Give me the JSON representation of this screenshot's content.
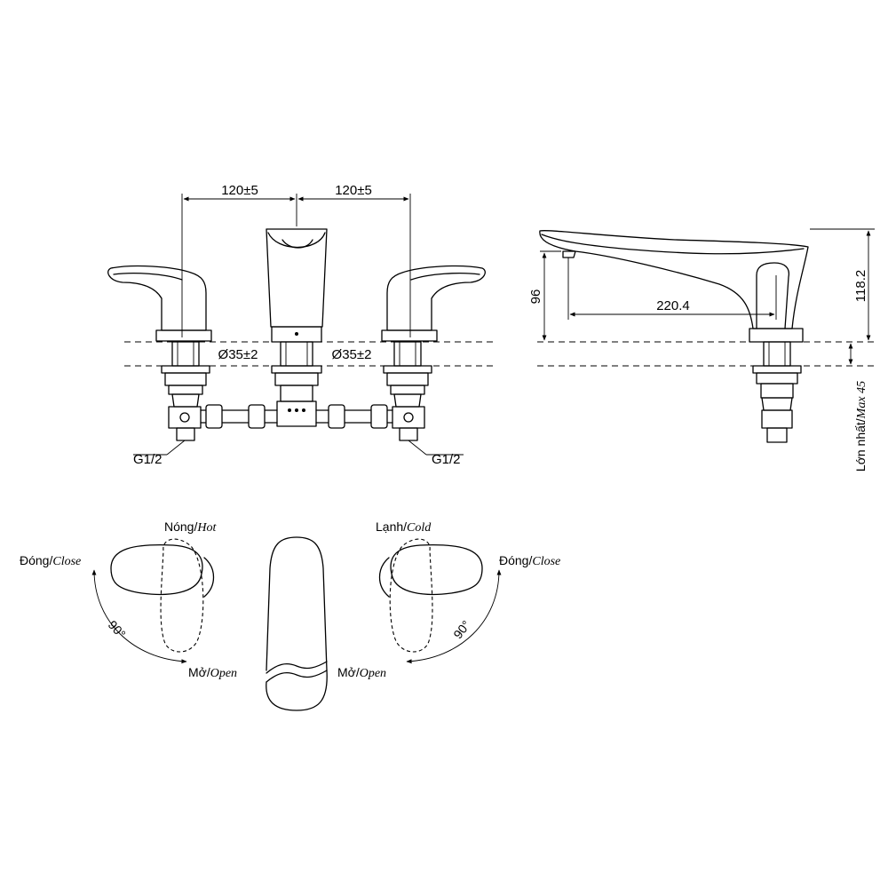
{
  "dimensions": {
    "spacing_left": "120±5",
    "spacing_right": "120±5",
    "hole_left": "Ø35±2",
    "hole_right": "Ø35±2",
    "thread_left": "G1/2",
    "thread_right": "G1/2",
    "spout_reach": "220.4",
    "spout_outlet_height": "96",
    "total_height": "118.2",
    "deck_thickness_vn": "Lớn nhất/",
    "deck_thickness_en": "Max 45"
  },
  "handles": {
    "hot_vn": "Nóng/",
    "hot_en": "Hot",
    "cold_vn": "Lạnh/",
    "cold_en": "Cold",
    "close_left_vn": "Đóng/",
    "close_left_en": "Close",
    "close_right_vn": "Đóng/",
    "close_right_en": "Close",
    "open_left_vn": "Mở/",
    "open_left_en": "Open",
    "open_right_vn": "Mở/",
    "open_right_en": "Open",
    "angle_left": "90°",
    "angle_right": "90°"
  }
}
